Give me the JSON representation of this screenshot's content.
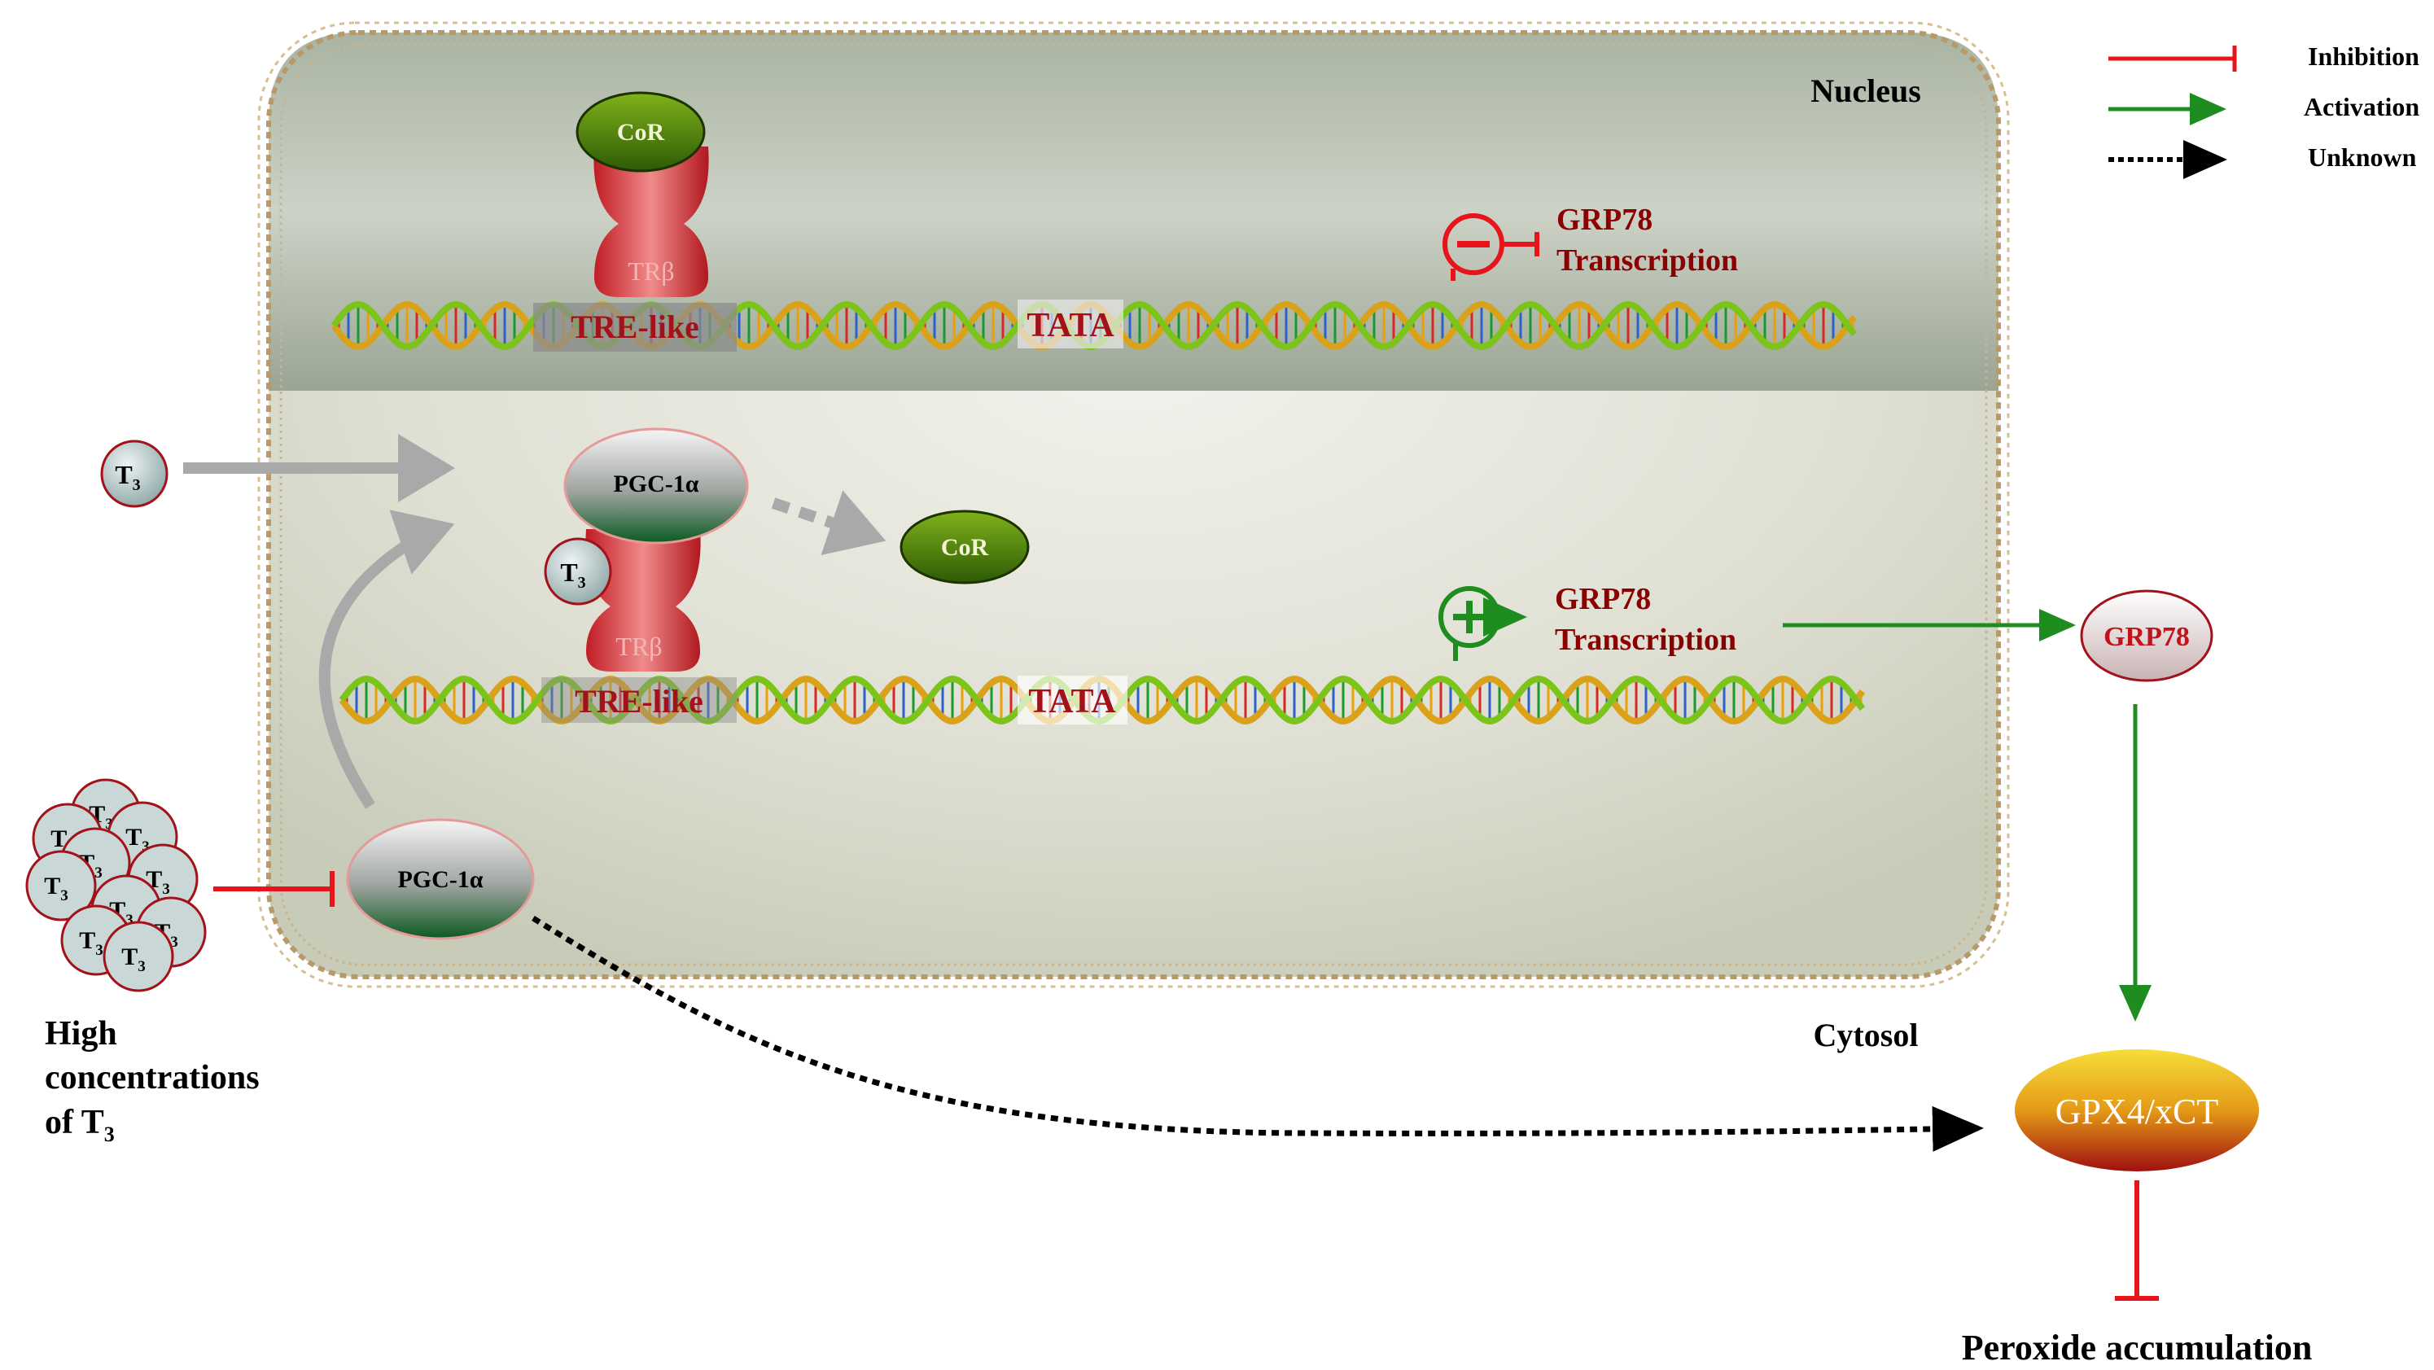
{
  "compartments": {
    "nucleus": "Nucleus",
    "cytosol": "Cytosol"
  },
  "legend": {
    "inhibition": "Inhibition",
    "activation": "Activation",
    "unknown": "Unknown"
  },
  "nodes": {
    "cor_top": "CoR",
    "trb_top": "TRβ",
    "tre_top": "TRE-like",
    "tata_top": "TATA",
    "grp78_tx_top_line1": "GRP78",
    "grp78_tx_top_line2": "Transcription",
    "t3_left": "T",
    "t3_sub": "3",
    "pgc_nucleus": "PGC-1α",
    "cor_released": "CoR",
    "t3_bound": "T",
    "trb_bottom": "TRβ",
    "tre_bottom": "TRE-like",
    "tata_bottom": "TATA",
    "grp78_tx_bottom_line1": "GRP78",
    "grp78_tx_bottom_line2": "Transcription",
    "grp78_protein": "GRP78",
    "pgc_cytosol": "PGC-1α",
    "gpx4": "GPX4/xCT",
    "peroxide": "Peroxide accumulation",
    "high_t3_line1": "High",
    "high_t3_line2": "concentrations",
    "high_t3_line3": "of T"
  },
  "colors": {
    "inhibition": "#e8141c",
    "activation": "#1e8c1e",
    "unknown": "#000000",
    "dark_red_text": "#8b0000"
  }
}
